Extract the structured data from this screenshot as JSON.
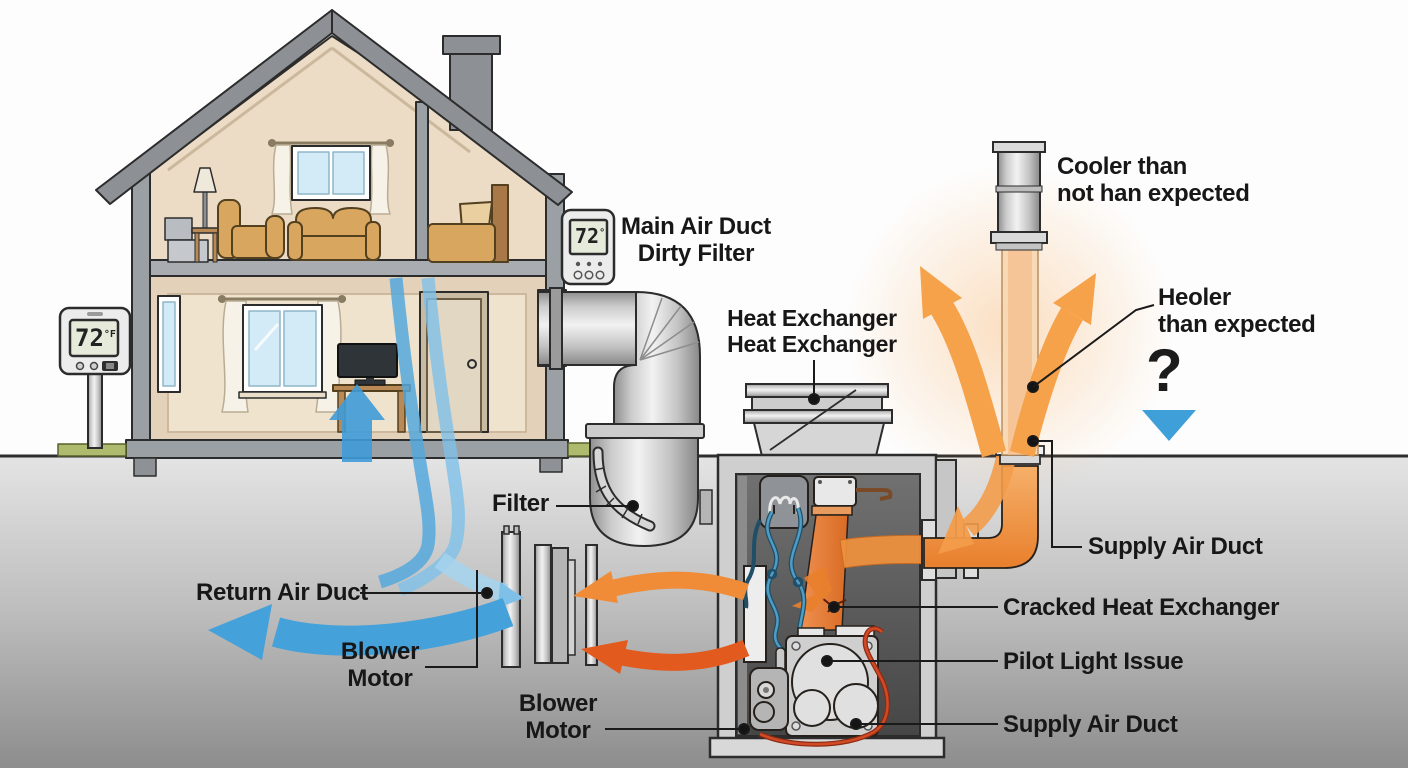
{
  "diagram": {
    "subject": "home-hvac-furnace-troubleshooting",
    "labels": {
      "main_air_duct": {
        "line1": "Main Air Duct",
        "line2": "Dirty Filter"
      },
      "cooler": {
        "line1": "Cooler than",
        "line2": "not han expected"
      },
      "heoler": {
        "line1": "Heoler",
        "line2": "than expected"
      },
      "question_mark": "?",
      "heat_exchanger": {
        "line1": "Heat Exchanger",
        "line2": "Heat Exchanger"
      },
      "filter": "Filter",
      "return_air_duct": "Return Air Duct",
      "blower_motor_upper": {
        "line1": "Blower",
        "line2": "Motor"
      },
      "blower_motor_lower": {
        "line1": "Blower",
        "line2": "Motor"
      },
      "supply_air_duct_right": "Supply Air Duct",
      "cracked_heat_exchanger": "Cracked Heat Exchanger",
      "pilot_light_issue": "Pilot Light Issue",
      "supply_air_duct_bottom": "Supply Air Duct"
    },
    "thermostats": {
      "outdoor": {
        "value": "72",
        "unit": "°F"
      },
      "indoor": {
        "value": "72",
        "unit": "°"
      }
    },
    "colors": {
      "warm_air": "#f5a24a",
      "warm_air_deep": "#e25a1e",
      "cool_air": "#45a1da",
      "callout": "#1a1a1a",
      "pointer_triangle": "#3f9fd8"
    }
  }
}
